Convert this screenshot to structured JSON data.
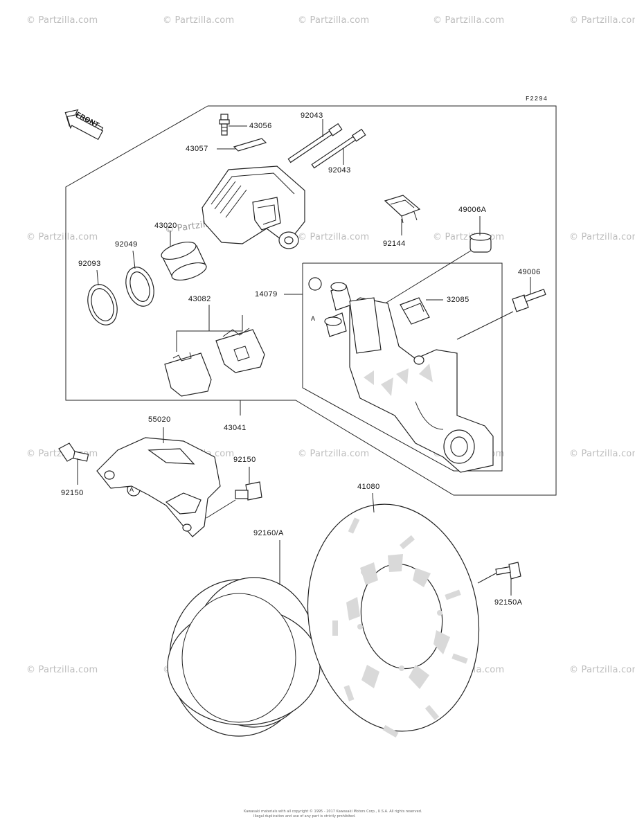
{
  "figure_code": "F2294",
  "front_label": "FRONT",
  "callout_a": "A",
  "watermark": "© Partzilla.com",
  "footer": {
    "line1": "Kawasaki materials with all copyright © 1995 - 2017 Kawasaki Motors Corp., U.S.A. All rights reserved.",
    "line2": "Illegal duplication and use of any part is strictly prohibited."
  },
  "parts": {
    "p43056": "43056",
    "p92043a": "92043",
    "p92043b": "92043",
    "p43057": "43057",
    "p43020": "43020",
    "p92049": "92049",
    "p92093": "92093",
    "p92144": "92144",
    "p49006A": "49006A",
    "p49006": "49006",
    "p14079": "14079",
    "p32085": "32085",
    "p43082": "43082",
    "p43041": "43041",
    "p55020": "55020",
    "p92150a": "92150",
    "p92150b": "92150",
    "p92150A": "92150A",
    "p41080": "41080",
    "p92160A": "92160/A"
  }
}
